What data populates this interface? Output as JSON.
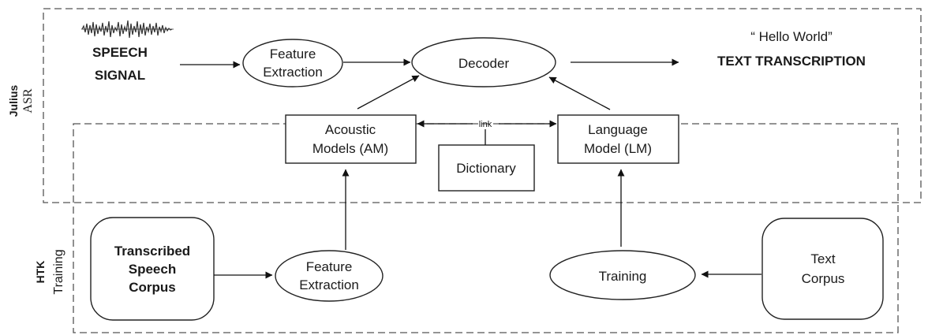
{
  "labels": {
    "speech_signal": [
      "SPEECH",
      "SIGNAL"
    ],
    "feature_extraction_top": [
      "Feature",
      "Extraction"
    ],
    "decoder": "Decoder",
    "hello_world": "“ Hello World”",
    "text_transcription": "TEXT TRANSCRIPTION",
    "acoustic_models": [
      "Acoustic",
      "Models (AM)"
    ],
    "link": "link",
    "language_model": [
      "Language",
      "Model (LM)"
    ],
    "dictionary": "Dictionary",
    "transcribed_corpus": [
      "Transcribed",
      "Speech",
      "Corpus"
    ],
    "feature_extraction_bottom": [
      "Feature",
      "Extraction"
    ],
    "training_node": "Training",
    "text_corpus": [
      "Text",
      "Corpus"
    ]
  },
  "side_labels": {
    "julius": "Julius",
    "asr": "ASR",
    "htk": "HTK",
    "training": "Training"
  },
  "icons": {
    "waveform": "waveform-icon"
  }
}
